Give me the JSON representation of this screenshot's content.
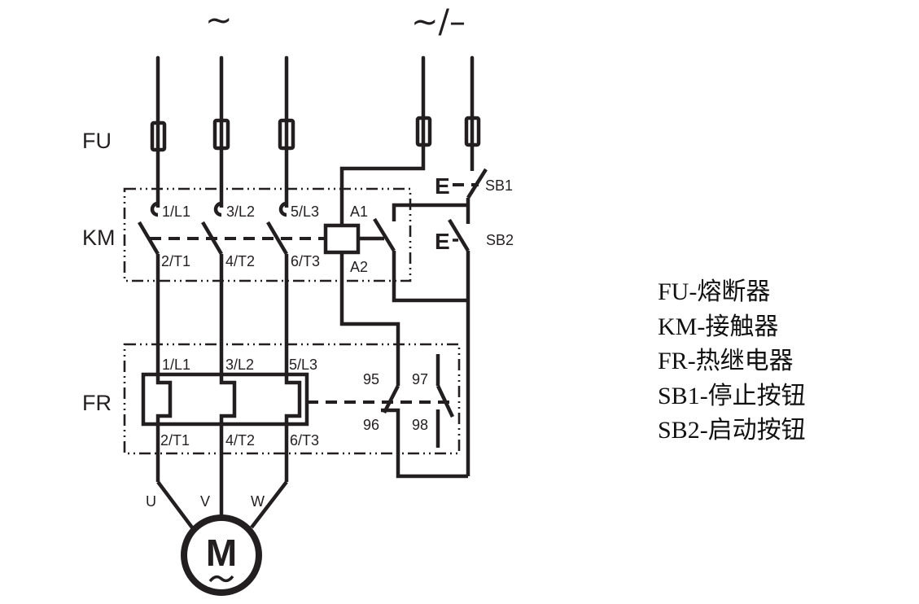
{
  "supply": {
    "three_phase_symbol": "~",
    "control_supply_symbol": "~/–"
  },
  "components": {
    "fuse_label": "FU",
    "contactor_label": "KM",
    "thermal_relay_label": "FR",
    "stop_button_label": "SB1",
    "start_button_label": "SB2",
    "stop_button_actuator": "E",
    "start_button_actuator": "E"
  },
  "contactor_terminals": {
    "line": [
      "1/L1",
      "3/L2",
      "5/L3"
    ],
    "load": [
      "2/T1",
      "4/T2",
      "6/T3"
    ],
    "coil_a1": "A1",
    "coil_a2": "A2"
  },
  "thermal_relay_terminals": {
    "line": [
      "1/L1",
      "3/L2",
      "5/L3"
    ],
    "load": [
      "2/T1",
      "4/T2",
      "6/T3"
    ],
    "nc_in": "95",
    "nc_out": "96",
    "no_in": "97",
    "no_out": "98"
  },
  "motor": {
    "phases": [
      "U",
      "V",
      "W"
    ],
    "symbol": "M",
    "ac_mark": "~"
  },
  "legend": [
    "FU-熔断器",
    "KM-接触器",
    "FR-热继电器",
    "SB1-停止按钮",
    "SB2-启动按钮"
  ]
}
